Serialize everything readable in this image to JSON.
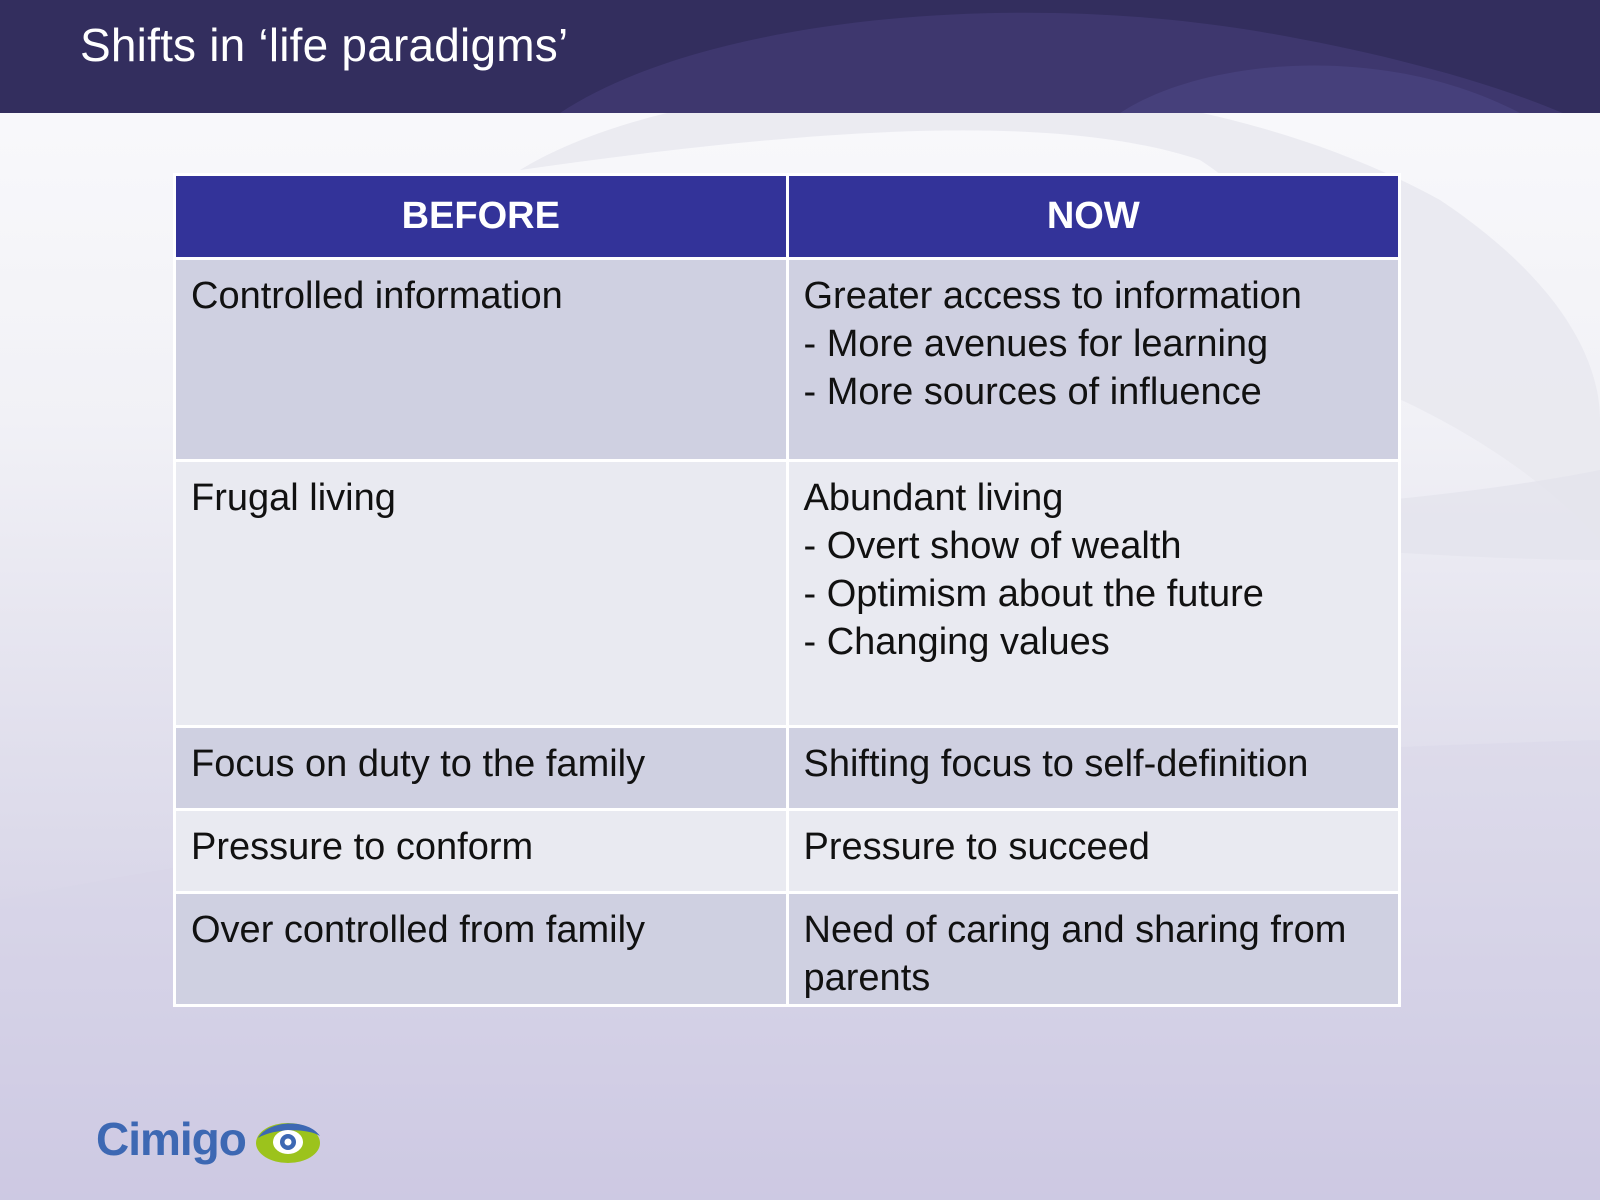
{
  "slide": {
    "title": "Shifts in ‘life paradigms’"
  },
  "table": {
    "headers": [
      "BEFORE",
      "NOW"
    ],
    "rows": [
      {
        "before": [
          "Controlled information"
        ],
        "now": [
          "Greater access to information",
          "- More avenues for learning",
          "- More sources of influence"
        ]
      },
      {
        "before": [
          "Frugal living"
        ],
        "now": [
          "Abundant living",
          "- Overt show of wealth",
          "- Optimism about the future",
          "- Changing values"
        ]
      },
      {
        "before": [
          "Focus on duty to the family"
        ],
        "now": [
          "Shifting focus to self-definition"
        ]
      },
      {
        "before": [
          "Pressure to conform"
        ],
        "now": [
          "Pressure to succeed"
        ]
      },
      {
        "before": [
          "Over controlled from family"
        ],
        "now": [
          "Need of caring and sharing from",
          "parents"
        ]
      }
    ]
  },
  "logo": {
    "text": "Cimigo",
    "icon": "eye-icon"
  },
  "colors": {
    "header_bg": "#332e5e",
    "table_header_bg": "#333399",
    "row_dark": "#cfd0e1",
    "row_light": "#e9eaf1",
    "logo_blue": "#3d68b3",
    "logo_green": "#9cc31c"
  }
}
